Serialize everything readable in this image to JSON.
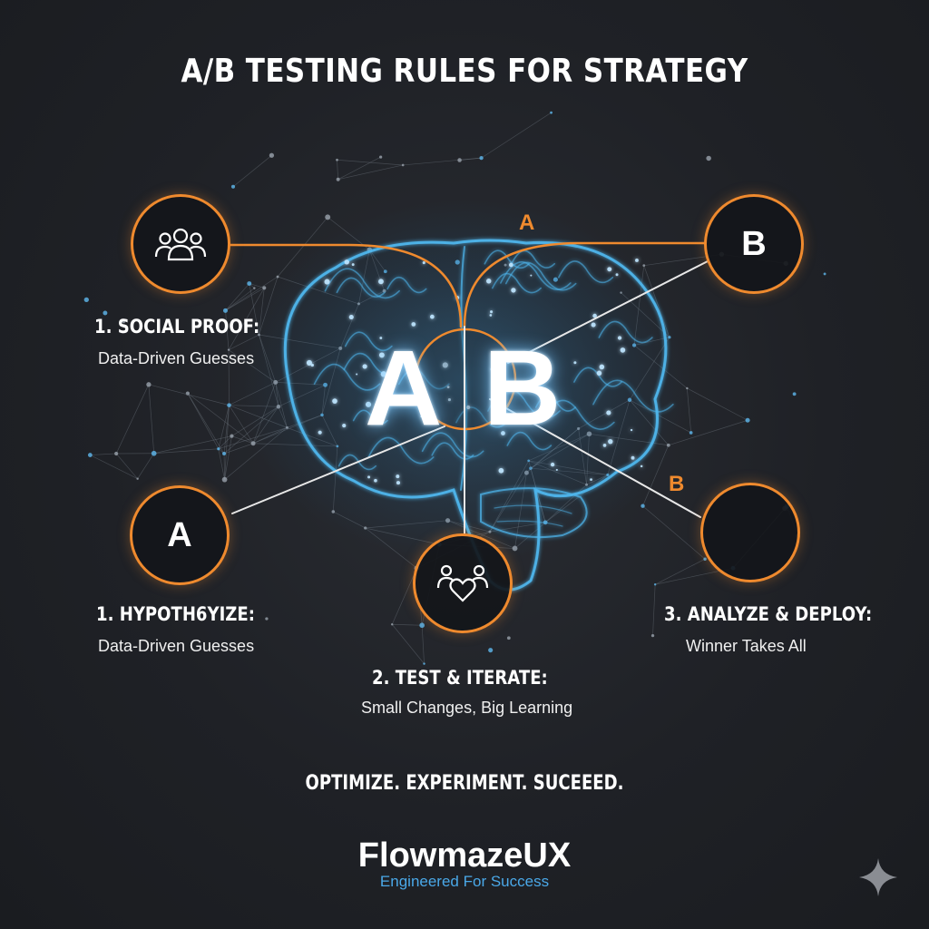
{
  "title": "A/B TESTING RULES FOR STRATEGY",
  "center_letters": {
    "a": "A",
    "b": "B"
  },
  "tags": {
    "top": "A",
    "right": "B"
  },
  "nodes": {
    "top_left": {
      "icon": "people-group-icon"
    },
    "top_right": {
      "letter": "B"
    },
    "bottom_left": {
      "letter": "A"
    },
    "bottom_center": {
      "icon": "people-heart-icon"
    },
    "bottom_right": {}
  },
  "steps": {
    "social_proof": {
      "title": "1. SOCIAL PROOF:",
      "subtitle": "Data-Driven Guesses"
    },
    "hypothesize": {
      "title": "1. HYPOTH6YIZE:",
      "subtitle": "Data-Driven Guesses"
    },
    "test_iterate": {
      "title": "2. TEST & ITERATE:",
      "subtitle": "Small Changes, Big Learning"
    },
    "analyze_deploy": {
      "title": "3. ANALYZE & DEPLOY:",
      "subtitle": "Winner Takes All"
    }
  },
  "tagline": "OPTIMIZE. EXPERIMENT. SUCEEED.",
  "brand": {
    "name": "FlowmazeUX",
    "tagline": "Engineered For Success"
  },
  "colors": {
    "accent": "#ef8a2e",
    "brain": "#4fb8f0",
    "background": "#1f2126",
    "brand_tagline": "#4aa8e8"
  }
}
